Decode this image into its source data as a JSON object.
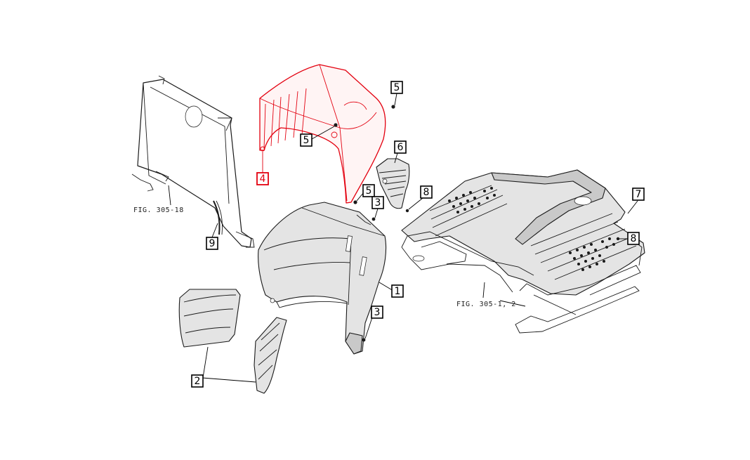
{
  "figure_refs": {
    "left": "FIG. 305-18",
    "right": "FIG. 305-1, 2"
  },
  "callouts": [
    {
      "id": "c5a",
      "label": "5"
    },
    {
      "id": "c5b",
      "label": "5"
    },
    {
      "id": "c4",
      "label": "4",
      "highlight": true
    },
    {
      "id": "c6",
      "label": "6"
    },
    {
      "id": "c5c",
      "label": "5"
    },
    {
      "id": "c3a",
      "label": "3"
    },
    {
      "id": "c8a",
      "label": "8"
    },
    {
      "id": "c7",
      "label": "7"
    },
    {
      "id": "c8b",
      "label": "8"
    },
    {
      "id": "c9",
      "label": "9"
    },
    {
      "id": "c1",
      "label": "1"
    },
    {
      "id": "c3b",
      "label": "3"
    },
    {
      "id": "c2",
      "label": "2"
    }
  ],
  "colors": {
    "highlight": "#e3000f",
    "line": "#1a1a1a",
    "background": "#ffffff"
  }
}
